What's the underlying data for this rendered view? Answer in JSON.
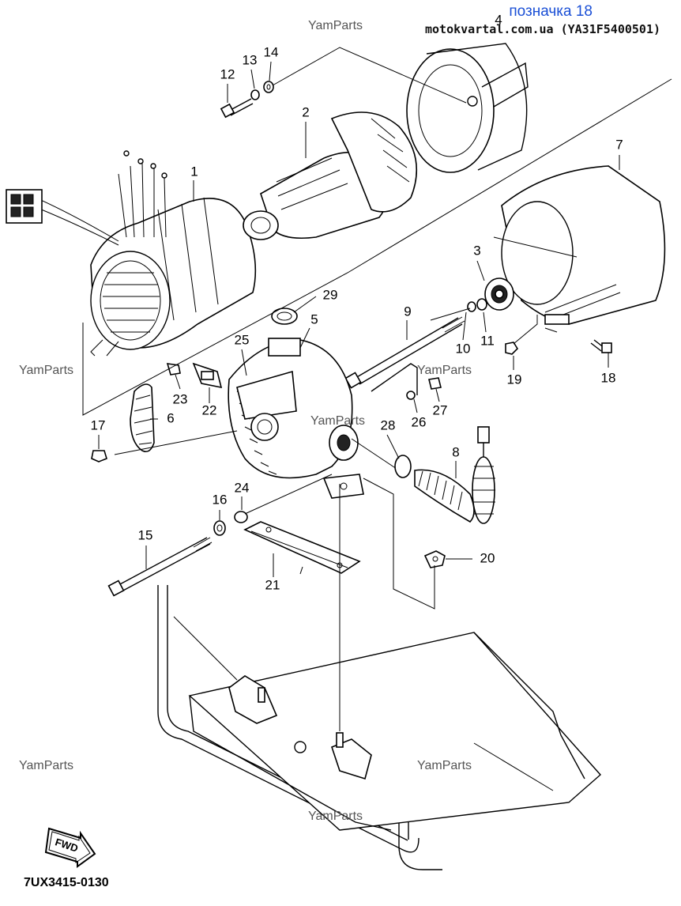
{
  "header": {
    "title": "позначка 18",
    "subtitle": "motokvartal.com.ua (YA31F5400501)"
  },
  "watermarks": [
    "YamParts",
    "YamParts",
    "YamParts",
    "YamParts",
    "YamParts",
    "YamParts",
    "YamParts"
  ],
  "figure_code": "7UX3415-0130",
  "fwd_badge": "FWD",
  "callouts": {
    "p1": "1",
    "p2": "2",
    "p3": "3",
    "p4": "4",
    "p5": "5",
    "p6": "6",
    "p7": "7",
    "p8": "8",
    "p9": "9",
    "p10": "10",
    "p11": "11",
    "p12": "12",
    "p13": "13",
    "p14": "14",
    "p15": "15",
    "p16": "16",
    "p17": "17",
    "p18": "18",
    "p19": "19",
    "p20": "20",
    "p21": "21",
    "p22": "22",
    "p23": "23",
    "p24": "24",
    "p25": "25",
    "p26": "26",
    "p27": "27",
    "p28": "28",
    "p29": "29"
  }
}
